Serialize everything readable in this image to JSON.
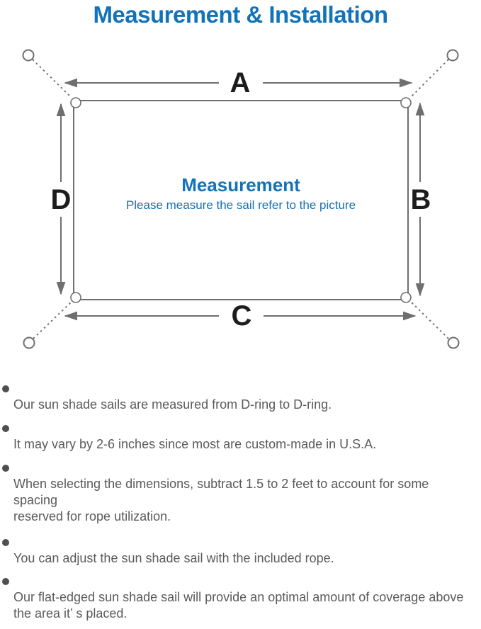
{
  "title": "Measurement & Installation",
  "colors": {
    "title_blue": "#1273b9",
    "subtitle_blue": "#1470b5",
    "line_gray": "#6f6f6f",
    "label_dark": "#1d1d1d",
    "note_gray": "#5a5a5a",
    "bullet_gray": "#4f4f4f",
    "background": "#ffffff"
  },
  "diagram": {
    "labels": {
      "top": "A",
      "right": "B",
      "bottom": "C",
      "left": "D"
    },
    "center_title": "Measurement",
    "center_subtitle": "Please measure the sail refer to the picture"
  },
  "notes": [
    {
      "text": "Our sun shade sails are measured from D-ring to D-ring."
    },
    {
      "text": "It may vary by 2-6 inches since most are custom-made in U.S.A."
    },
    {
      "text": "When selecting the dimensions, subtract 1.5 to 2 feet to account for some spacing\nreserved for rope utilization."
    },
    {
      "text": "You can adjust the sun shade sail with the included rope."
    },
    {
      "text": "Our flat-edged sun shade sail will provide an optimal amount of coverage above\nthe area it’ s placed."
    }
  ]
}
